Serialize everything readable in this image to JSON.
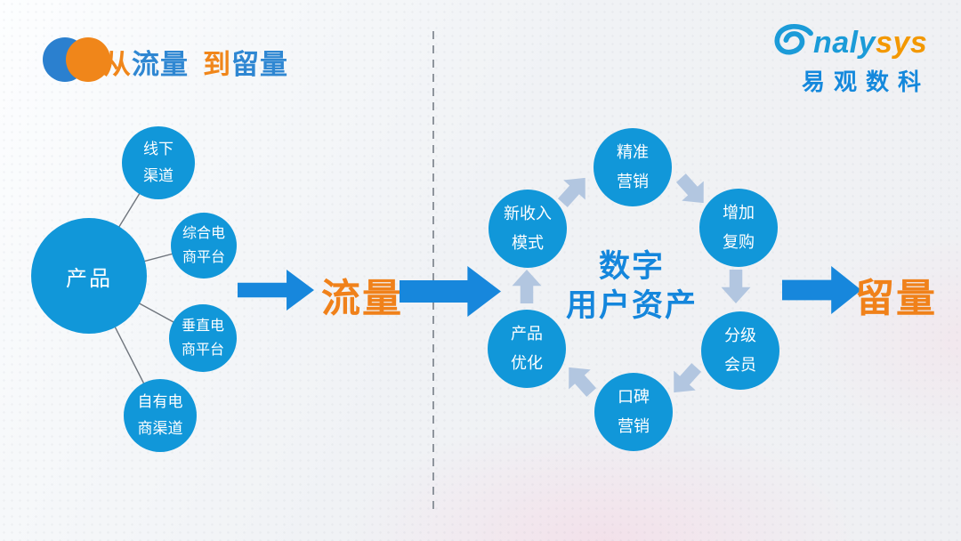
{
  "header": {
    "title_part_from": "从",
    "title_part_flow": "流量",
    "title_part_to": "到",
    "title_part_keep": "留量"
  },
  "logo": {
    "name_part1": "naly",
    "name_part2": "sys",
    "subtitle": "易观数科"
  },
  "left_cluster": {
    "hub_label": "产品",
    "nodes": [
      {
        "line1": "线下",
        "line2": "渠道"
      },
      {
        "line1": "综合电",
        "line2": "商平台"
      },
      {
        "line1": "垂直电",
        "line2": "商平台"
      },
      {
        "line1": "自有电",
        "line2": "商渠道"
      }
    ]
  },
  "flow": {
    "label_traffic": "流量",
    "label_retention": "留量"
  },
  "cycle": {
    "center_line1": "数字",
    "center_line2": "用户资产",
    "nodes": [
      {
        "line1": "新收入",
        "line2": "模式"
      },
      {
        "line1": "精准",
        "line2": "营销"
      },
      {
        "line1": "增加",
        "line2": "复购"
      },
      {
        "line1": "分级",
        "line2": "会员"
      },
      {
        "line1": "口碑",
        "line2": "营销"
      },
      {
        "line1": "产品",
        "line2": "优化"
      }
    ]
  },
  "colors": {
    "bubble_blue": "#1197d9",
    "arrow_blue": "#1787dc",
    "cycle_arrow_light_blue": "#b2c6e0",
    "accent_orange": "#f0861a",
    "title_blue": "#2f87d2",
    "logo_blue": "#1b9bd8",
    "logo_orange": "#f39800",
    "background_gray": "#eff0f3"
  }
}
